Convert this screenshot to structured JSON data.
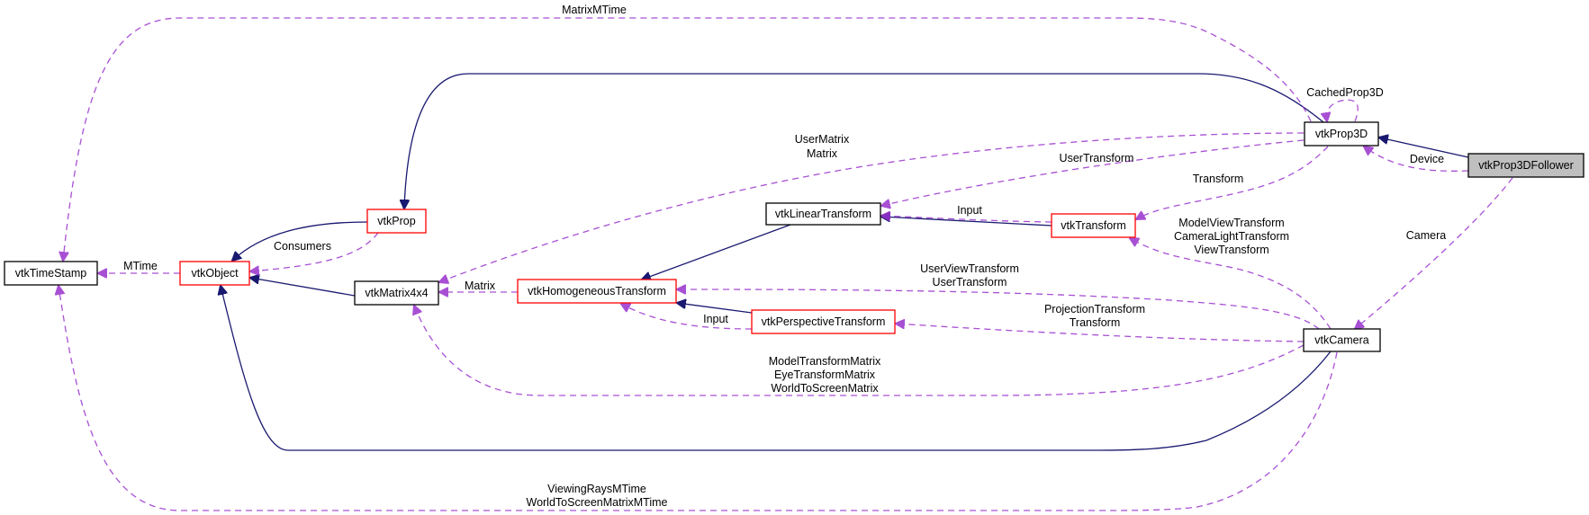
{
  "diagram": {
    "type": "collaboration-graph",
    "colors": {
      "inheritance_edge": "#191970",
      "usage_edge": "#9a32cd",
      "node_border_documented": "#000000",
      "node_border_partial": "#ff0000",
      "focus_node_fill": "#bfbfbf"
    },
    "nodes": {
      "timestamp": {
        "label": "vtkTimeStamp",
        "border": "black"
      },
      "object": {
        "label": "vtkObject",
        "border": "red"
      },
      "prop": {
        "label": "vtkProp",
        "border": "red"
      },
      "matrix4x4": {
        "label": "vtkMatrix4x4",
        "border": "black"
      },
      "homogeneous": {
        "label": "vtkHomogeneousTransform",
        "border": "red"
      },
      "linear": {
        "label": "vtkLinearTransform",
        "border": "black"
      },
      "transform": {
        "label": "vtkTransform",
        "border": "red"
      },
      "perspective": {
        "label": "vtkPerspectiveTransform",
        "border": "red"
      },
      "prop3d": {
        "label": "vtkProp3D",
        "border": "black"
      },
      "follower": {
        "label": "vtkProp3DFollower",
        "border": "black",
        "focus": true
      },
      "camera": {
        "label": "vtkCamera",
        "border": "black"
      }
    },
    "edge_labels": {
      "matrix_mtime": "MatrixMTime",
      "cached_prop3d": "CachedProp3D",
      "user_matrix": "UserMatrix",
      "matrix_a": "Matrix",
      "user_transform": "UserTransform",
      "transform_a": "Transform",
      "device": "Device",
      "camera": "Camera",
      "input_a": "Input",
      "mvt1": "ModelViewTransform",
      "mvt2": "CameraLightTransform",
      "mvt3": "ViewTransform",
      "consumers": "Consumers",
      "mtime": "MTime",
      "matrix_b": "Matrix",
      "uvt1": "UserViewTransform",
      "uvt2": "UserTransform",
      "pt1": "ProjectionTransform",
      "pt2": "Transform",
      "input_b": "Input",
      "mtm1": "ModelTransformMatrix",
      "mtm2": "EyeTransformMatrix",
      "mtm3": "WorldToScreenMatrix",
      "vr1": "ViewingRaysMTime",
      "vr2": "WorldToScreenMatrixMTime"
    }
  }
}
